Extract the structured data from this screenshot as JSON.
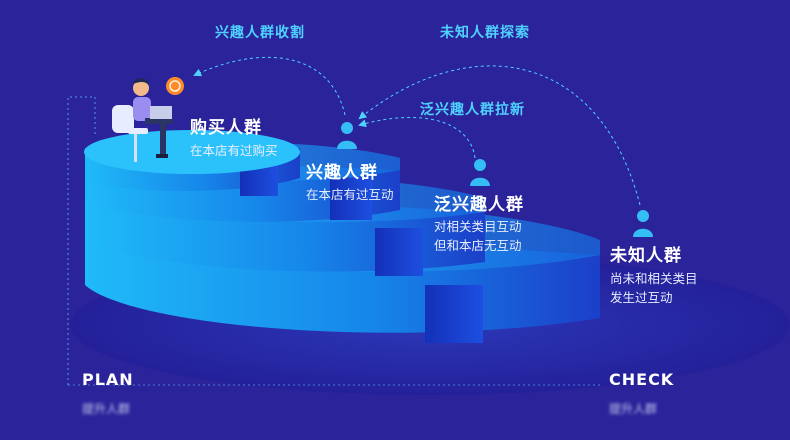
{
  "flows": {
    "interest_harvest": "兴趣人群收割",
    "unknown_explore": "未知人群探索",
    "broad_interest_acquire": "泛兴趣人群拉新"
  },
  "tiers": [
    {
      "title": "购买人群",
      "desc": [
        "在本店有过购买"
      ]
    },
    {
      "title": "兴趣人群",
      "desc": [
        "在本店有过互动"
      ]
    },
    {
      "title": "泛兴趣人群",
      "desc": [
        "对相关类目互动",
        "但和本店无互动"
      ]
    },
    {
      "title": "未知人群",
      "desc": [
        "尚未和相关类目",
        "发生过互动"
      ]
    }
  ],
  "corners": {
    "plan": "PLAN",
    "plan_sub": "提升人群",
    "check": "CHECK",
    "check_sub": "提升人群"
  },
  "colors": {
    "background": "#2a239a",
    "accent_cyan": "#4fd2ff",
    "tier_light": "#1aa6f5",
    "tier_dark": "#1a3fd1"
  }
}
